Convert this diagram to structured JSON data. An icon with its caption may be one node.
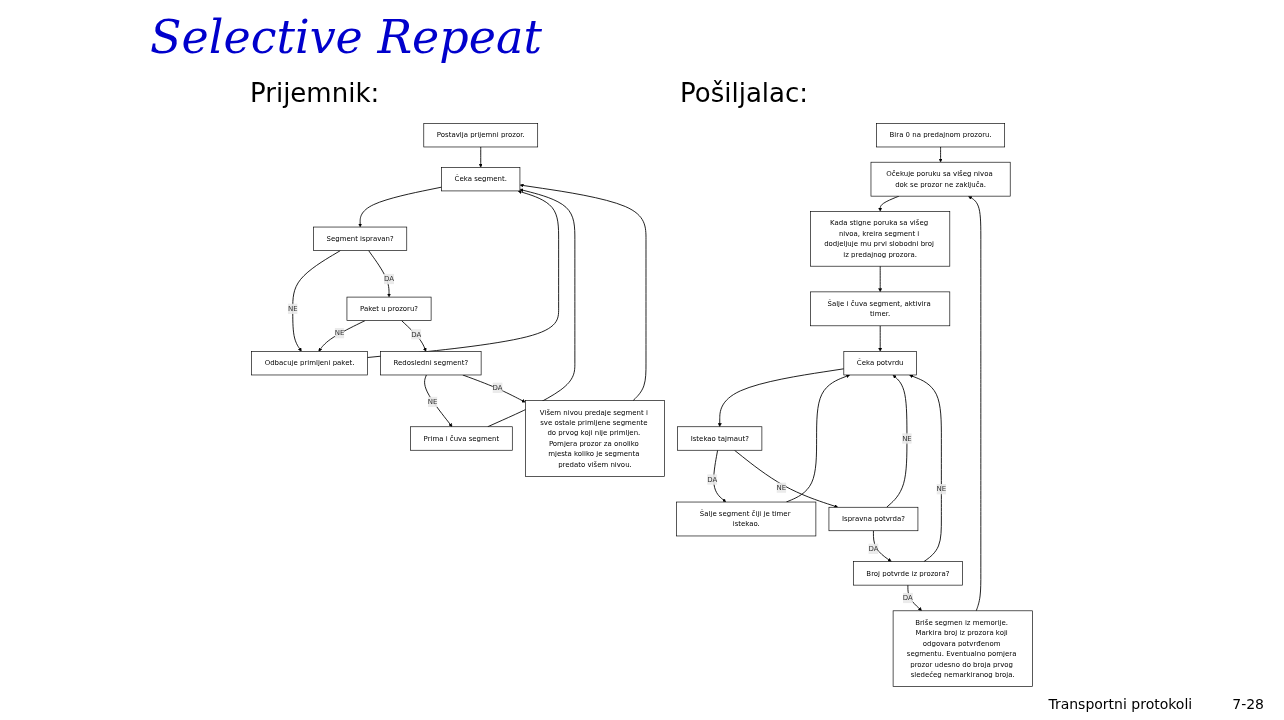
{
  "diagram": {
    "title": "Selective Repeat",
    "nodes": [
      {
        "text": [
          "Bira 0 na predajnom prozoru."
        ]
      },
      {
        "text": [
          "Očekuje poruku sa višeg nivoa dok se prozor ne zaključa."
        ]
      },
      {
        "text": [
          "Kada stigne poruka sa višeg nivoa, kreira segment i dodjeljuje mu prvi slobodni broj iz predajnog prozora."
        ]
      },
      {
        "text": [
          "Šalje i čuva segment, aktivira timer."
        ]
      },
      {
        "text": [
          "Šalje segment čiji je timer istekao."
        ]
      },
      {
        "text": [
          "Čeka potvrdu"
        ]
      },
      {
        "text": [
          "Istekao tajmaut?"
        ]
      },
      {
        "text": [
          "Ispravna potvrda?"
        ]
      },
      {
        "text": [
          "Broj potvrde iz prozora?"
        ]
      },
      {
        "text": [
          "Briše segmen iz memorije. Markira broj iz prozora koji odgovara potvrđenom segmentu. Eventualno pomjera prozor udesno do broja prvog sledećeg nemarkiranog broja."
        ]
      },
      {
        "text": [
          "Postavlja prijemni prozor."
        ]
      },
      {
        "text": [
          "Čeka segment."
        ]
      },
      {
        "text": [
          "Odbacuje primljeni paket."
        ]
      },
      {
        "text": [
          "Segment ispravan?"
        ]
      },
      {
        "text": [
          "Paket u prozoru?"
        ]
      },
      {
        "text": [
          "Prima i čuva segment"
        ]
      },
      {
        "text": [
          "Redosledni segment?"
        ]
      },
      {
        "text": [
          "Višem nivou predaje segment i sve ostale primljene segmente do prvog koji nije primljen. Pomjera prozor za onoliko mjesta koliko je segmenta predato višem nivou."
        ]
      }
    ],
    "edges": [
      {
        "from": 0,
        "to": 1,
        "arrow": "to"
      },
      {
        "from": 1,
        "to": 2,
        "arrow": "to"
      },
      {
        "from": 2,
        "to": 3,
        "arrow": "to"
      },
      {
        "from": 3,
        "to": 5,
        "arrow": "to"
      },
      {
        "from": 4,
        "to": 5,
        "arrow": "to"
      },
      {
        "from": 5,
        "to": 6,
        "arrow": "to"
      },
      {
        "from": 6,
        "to": 4,
        "label": "DA",
        "arrow": "to"
      },
      {
        "from": 6,
        "to": 7,
        "label": "NE",
        "arrow": "to"
      },
      {
        "from": 7,
        "to": 5,
        "label": "NE",
        "arrow": "to"
      },
      {
        "from": 7,
        "to": 8,
        "label": "DA",
        "arrow": "to"
      },
      {
        "from": 8,
        "to": 5,
        "label": "NE",
        "arrow": "to"
      },
      {
        "from": 8,
        "to": 9,
        "label": "DA",
        "arrow": "to"
      },
      {
        "from": 9,
        "to": 1,
        "arrow": "to"
      },
      {
        "from": 10,
        "to": 11,
        "arrow": "to"
      },
      {
        "from": 11,
        "to": 13,
        "arrow": "to"
      },
      {
        "from": 13,
        "to": 12,
        "label": "NE",
        "arrow": "to"
      },
      {
        "from": 13,
        "to": 14,
        "label": "DA",
        "arrow": "to"
      },
      {
        "from": 14,
        "to": 12,
        "label": "NE",
        "arrow": "to"
      },
      {
        "from": 14,
        "to": 16,
        "label": "DA",
        "arrow": "to"
      },
      {
        "from": 16,
        "to": 15,
        "label": "NE",
        "arrow": "to"
      },
      {
        "from": 16,
        "to": 17,
        "label": "DA",
        "arrow": "to"
      },
      {
        "from": 12,
        "to": 11,
        "arrow": "to"
      },
      {
        "from": 15,
        "to": 11,
        "arrow": "to"
      },
      {
        "from": 17,
        "to": 11,
        "arrow": "to"
      }
    ],
    "labels": [
      "Pošiljalac:",
      "Prijemnik:",
      "Transportni protokoli",
      "7-28"
    ]
  }
}
